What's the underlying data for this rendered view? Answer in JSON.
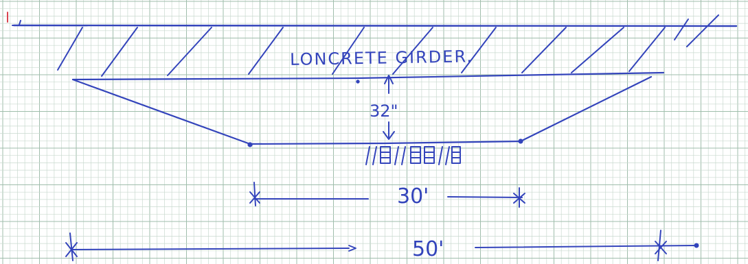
{
  "colors": {
    "ink": "#3344bb",
    "grid_minor": "#c9d9cf",
    "grid_major": "#9fbdab",
    "paper": "#ffffff",
    "margin_mark": "#d9434f"
  },
  "labels": {
    "girder": "LONCRETE GIRDER.",
    "depth": "32\"",
    "span_inner": "30'",
    "span_outer": "50'"
  }
}
